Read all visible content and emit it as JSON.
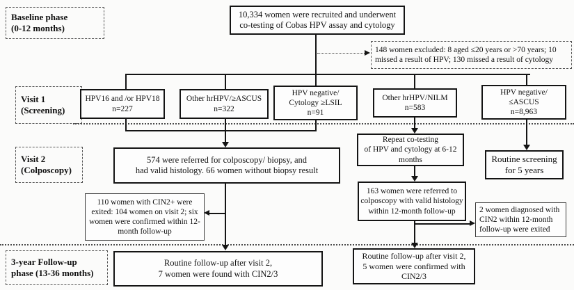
{
  "phase_labels": {
    "baseline": "Baseline phase\n(0-12 months)",
    "visit1": "Visit 1\n(Screening)",
    "visit2": "Visit 2\n(Colposcopy)",
    "followup": "3-year Follow-up\nphase (13-36 months)"
  },
  "boxes": {
    "recruited": "10,334 women were recruited and underwent\nco-testing of Cobas HPV assay and cytology",
    "excluded": "148 women excluded:  8 aged ≤20 years or >70 years; 10\nmissed a result of HPV;  130 missed a result of cytology",
    "hpv16_18": "HPV16 and /or HPV18\nn=227",
    "other_hrhpv_ascus": "Other hrHPV/≥ASCUS\nn=322",
    "hpv_neg_lsil": "HPV negative/\nCytology ≥LSIL\nn=91",
    "other_hrhpv_nilm": "Other hrHPV/NILM\nn=583",
    "hpv_neg_ascus": "HPV negative/\n≤ASCUS\nn=8,963",
    "colposcopy": "574 were referred for colposcopy/ biopsy, and\nhad valid histology. 66 women without biopsy result",
    "repeat_cotesting": "Repeat co-testing\nof HPV and cytology at 6-12\nmonths",
    "routine_screening": "Routine screening\nfor 5 years",
    "cin2_exited_110": "110 women with CIN2+ were\nexited: 104 women on visit 2; six\nwomen were confirmed within 12-\nmonth follow-up",
    "referred_163": "163 women were referred to\ncolposcopy with valid histology\nwithin 12-month follow-up",
    "cin2_exited_2": "2 women diagnosed with\nCIN2 within 12-month\nfollow-up  were exited",
    "followup_7": "Routine follow-up after visit 2,\n7 women were found with CIN2/3",
    "followup_5": "Routine follow-up after visit 2,\n5 women were confirmed with\nCIN2/3"
  },
  "colors": {
    "line": "#141414",
    "background": "#fbfbfa",
    "text": "#111111"
  }
}
